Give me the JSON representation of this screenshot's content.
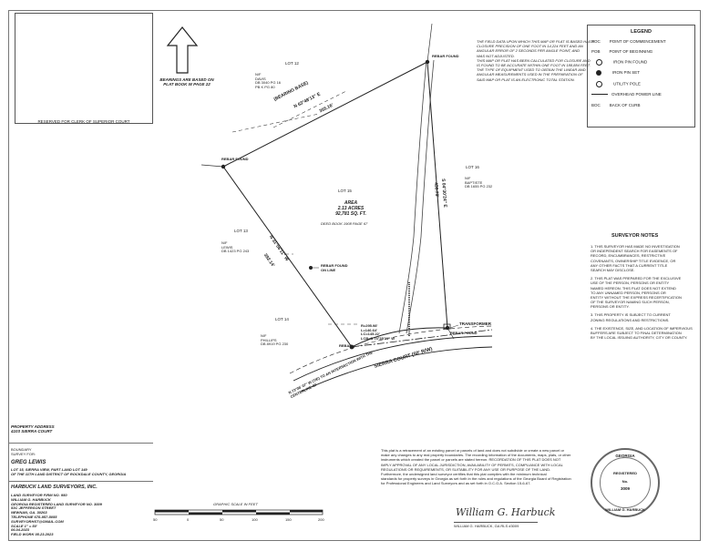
{
  "clerk_box": {
    "label": "RESERVED FOR CLERK OF SUPERIOR COURT"
  },
  "bearing_note": {
    "lines": [
      "BEARINGS ARE BASED ON",
      "PLAT BOOK W PAGE 22"
    ]
  },
  "lots": {
    "lot12": {
      "label": "LOT 12",
      "owner": [
        "N/F",
        "DAVIS",
        "DB 3040 PG 16",
        "PB K PG 80"
      ]
    },
    "lot13": {
      "label": "LOT 13",
      "owner": [
        "N/F",
        "LEWIS",
        "DB 1423 PG 243"
      ]
    },
    "lot14": {
      "label": "LOT 14",
      "owner": [
        "N/F",
        "PHILLIPS",
        "DB 8919 PG 230"
      ]
    },
    "lot15": {
      "label": "LOT 15"
    },
    "lot16": {
      "label": "LOT 16",
      "owner": [
        "N/F",
        "BAPTISTE",
        "DB 1655 PG 232"
      ]
    }
  },
  "area": {
    "title": "AREA",
    "acres": "2.13 ACRES",
    "sqft": "92,781 SQ. FT.",
    "deed": "DEED BOOK 1908 PAGE 67"
  },
  "courses": {
    "bearing_base": "(BEARING BASE)",
    "north_bearing": "N 63°48'13\" E",
    "north_dist": "355.16'",
    "west_bearing": "N 31°56'11\" W",
    "west_dist": "392.14'",
    "east_bearing": "S 04°30'24\" E",
    "east_dist": "430.79'",
    "curve": [
      "R=295.98'",
      "L=146.64'",
      "LC=145.22'",
      "LCB=S 74°35'21\" W"
    ],
    "row_note": [
      "N 73°06' 07\" W (TIE) TO AN INTERSECTION WITH THE",
      "CENTERLINE OF"
    ]
  },
  "labels": {
    "rebar_found": "REBAR FOUND",
    "rebar_found_online": [
      "REBAR FOUND",
      "ON LINE"
    ],
    "rebar": "REBAR",
    "transformer": "TRANSFORMER",
    "street": "SIERRA COURT (50' R/W)"
  },
  "closure_note": {
    "lines": [
      "THE FIELD DATA UPON WHICH THIS MAP OR PLAT IS BASED HAS A",
      "CLOSURE PRECISION OF ONE FOOT IN 14,224 FEET AND AN",
      "ANGULAR ERROR OF 2 SECONDS PER ANGLE POINT, AND",
      "WAS NOT ADJUSTED.",
      "THIS MAP OR PLAT HAS BEEN CALCULATED FOR CLOSURE AND",
      "IS FOUND TO BE ACCURATE WITHIN ONE FOOT IN 188,884 FEET.",
      "THE TYPE OF EQUIPMENT USED TO OBTAIN THE LINEAR AND",
      "ANGULAR MEASUREMENTS USED IN THE PREPARATION OF",
      "SAID MAP OR PLAT IS AN ELECTRONIC TOTAL STATION."
    ]
  },
  "legend": {
    "title": "LEGEND",
    "items": [
      {
        "code": "POC",
        "text": "POINT OF COMMENCEMENT"
      },
      {
        "code": "POB",
        "text": "POINT OF BEGINNING"
      },
      {
        "code": "",
        "text": "IRON PIN FOUND"
      },
      {
        "code": "",
        "text": "IRON PIN SET"
      },
      {
        "code": "",
        "text": "UTILITY POLE"
      },
      {
        "code": "",
        "text": "OVERHEAD POWER LINE"
      },
      {
        "code": "BOC",
        "text": "BACK OF CURB"
      }
    ]
  },
  "surveyor_notes": {
    "title": "SURVEYOR NOTES",
    "notes": [
      [
        "1. THIS SURVEYOR HAS MADE NO INVESTIGATION",
        "OR INDEPENDENT SEARCH FOR EASEMENTS OF",
        "RECORD, ENCUMBRANCES, RESTRICTIVE",
        "COVENANTS, OWNERSHIP TITLE EVIDENCE, OR",
        "ANY OTHER FACTS THAT A CURRENT TITLE",
        "SEARCH MAY DISCLOSE."
      ],
      [
        "2. THIS PLAT WAS PREPARED FOR THE EXCLUSIVE",
        "USE OF THE PERSON, PERSONS OR ENTITY",
        "NAMED HEREON. THIS PLAT DOES NOT EXTEND",
        "TO ANY UNNAMED PERSON, PERSONS OR",
        "ENTITY WITHOUT THE EXPRESS RECERTIFICATION",
        "OF THE SURVEYOR NAMING SUCH PERSON,",
        "PERSONS OR ENTITY."
      ],
      [
        "3. THIS PROPERTY IS SUBJECT TO CURRENT",
        "ZONING REGULATIONS AND RESTRICTIONS."
      ],
      [
        "4. THE EXISTENCE, SIZE, AND LOCATION OF IMPERVIOUS",
        "BUFFERS ARE SUBJECT TO FINAL DETERMINATION",
        "BY THE LOCAL ISSUING AUTHORITY, CITY OR COUNTY."
      ]
    ]
  },
  "property": {
    "heading": "PROPERTY ADDRESS",
    "address": "4103 SIERRA COURT"
  },
  "survey_for": {
    "lines": [
      "BOUNDARY",
      "SURVEY FOR:"
    ],
    "name": "GREG LEWIS",
    "desc": [
      "LOT 15, SIERRA VIEW, PART LAND LOT 149",
      "OF THE 11TH LAND DISTRICT OF ROCKDALE COUNTY, GEORGIA"
    ]
  },
  "firm": {
    "name": "HARBUCK LAND SURVEYORS, INC.",
    "lines": [
      "LAND SURVEYOR FIRM NO. 950",
      "WILLIAM G. HARBUCK",
      "GEORGIA REGISTERED LAND SURVEYOR NO. 3009",
      "53C JEFFERSON STREET",
      "NEWNAN, GA.  30263",
      "TELEPHONE 678-957-5055",
      "SURVEYORHST@GMAIL.COM",
      "SCALE  1\" = 50'",
      "06.04.2023",
      "FIELD WORK 05.23.2023"
    ]
  },
  "graphic_scale": {
    "title": "GRAPHIC SCALE IN FEET",
    "ticks": [
      "50",
      "0",
      "50",
      "100",
      "150",
      "200"
    ]
  },
  "certification": {
    "lines": [
      "This plat is a retracement of an existing parcel or parcels of land and does not subdivide or create a new parcel or",
      "make any changes to any real property boundaries. The recording information of the documents, maps, plats, or other",
      "instruments which created the parcel or parcels are stated hereon. RECORDATION OF THIS PLAT DOES NOT",
      "IMPLY APPROVAL OF ANY LOCAL JURISDICTION, AVAILABILITY OF PERMITS, COMPLIANCE WITH LOCAL",
      "REGULATIONS OR REQUIREMENTS, OR SUITABILITY FOR ANY USE OR PURPOSE OF THE LAND.",
      "Furthermore, the undersigned land surveyor certifies that this plat complies with the minimum technical",
      "standards for property surveys in Georgia as set forth in the rules and regulations of the Georgia Board of Registration",
      "for Professional Engineers and Land Surveyors and as set forth in O.C.G.A. Section 15-6-67."
    ],
    "signature": "William G. Harbuck",
    "signer": "WILLIAM G. HARBUCK, GA RLS #3009"
  },
  "seal": {
    "top": "GEORGIA",
    "middle": "REGISTERED",
    "no": "No.",
    "number": "3009",
    "bottom": "WILLIAM G. HARBUCK"
  }
}
